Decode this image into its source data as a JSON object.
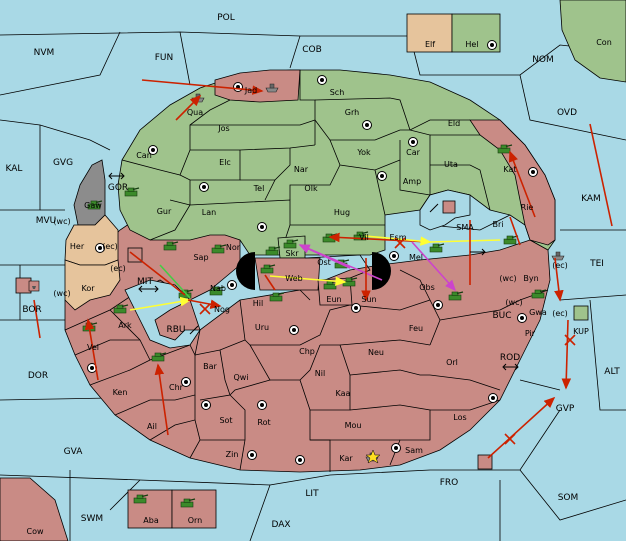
{
  "map": {
    "colors": {
      "sea": "#a9d9e6",
      "green": "#9fc38c",
      "red": "#c98b85",
      "tan": "#e6c49c",
      "gray": "#8c8c8c",
      "black": "#000000",
      "move_red": "#cc2200",
      "move_yellow": "#ffff33",
      "move_magenta": "#cc44cc"
    },
    "legend": {
      "tan_label": "Elf",
      "green_label": "Hel"
    },
    "provinces": {
      "con": "Con",
      "jad": "Jad",
      "sch": "Sch",
      "qua": "Qua",
      "jos": "Jos",
      "grh": "Grh",
      "eld": "Eld",
      "can": "Can",
      "elc": "Elc",
      "nar": "Nar",
      "yok": "Yok",
      "car": "Car",
      "uta": "Uta",
      "kat": "Kat",
      "gaw": "Gaw",
      "gur": "Gur",
      "tel": "Tel",
      "olk": "Olk",
      "amp": "Amp",
      "rie": "Rie",
      "lan": "Lan",
      "hug": "Hug",
      "sma": "SMA",
      "bri": "Bri",
      "her": "Her",
      "nor": "Nor",
      "vil": "Vil",
      "esm": "Esm",
      "skr": "Skr",
      "ost": "Ost",
      "mel": "Mel",
      "sap": "Sap",
      "web": "Web",
      "byn": "Byn",
      "kor": "Kor",
      "nab": "Nab",
      "eun": "Eun",
      "sun": "Sun",
      "obs": "Obs",
      "gwa": "Gwa",
      "hil": "Hil",
      "nog": "Nog",
      "ark": "Ark",
      "uru": "Uru",
      "feu": "Feu",
      "pir": "Pir",
      "kup": "KUP",
      "vel": "Vel",
      "chp": "Chp",
      "neu": "Neu",
      "orl": "Orl",
      "bar": "Bar",
      "qwi": "Qwi",
      "nil": "Nil",
      "ken": "Ken",
      "kaa": "Kaa",
      "chr": "Chr",
      "los": "Los",
      "sot": "Sot",
      "rot": "Rot",
      "ail": "Ail",
      "mou": "Mou",
      "zin": "Zin",
      "kar": "Kar",
      "sam": "Sam",
      "aba": "Aba",
      "orn": "Orn",
      "cow": "Cow"
    },
    "seas": {
      "pol": "POL",
      "nvm": "NVM",
      "fun": "FUN",
      "cob": "COB",
      "nom": "NOM",
      "ovd": "OVD",
      "kal": "KAL",
      "gvg": "GVG",
      "gor": "GOR",
      "kam": "KAM",
      "mvu": "MVU",
      "tei": "TEI",
      "mit": "MIT",
      "bor": "BOR",
      "rbu": "RBU",
      "buc": "BUC",
      "alt": "ALT",
      "dor": "DOR",
      "rod": "ROD",
      "gvp": "GVP",
      "gva": "GVA",
      "fro": "FRO",
      "som": "SOM",
      "lit": "LIT",
      "swm": "SWM",
      "dax": "DAX"
    },
    "coast_tags": [
      "(wc)",
      "(ec)",
      "(ec)",
      "(wc)",
      "(wc)",
      "(ec)",
      "(wc)",
      "(ec)"
    ]
  }
}
